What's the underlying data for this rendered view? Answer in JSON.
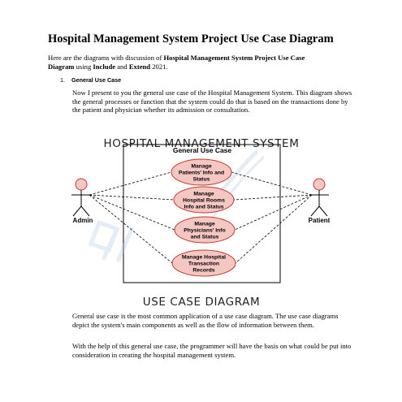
{
  "document": {
    "title": "Hospital Management System Project Use Case Diagram",
    "intro": {
      "prefix": "Here are the diagrams with discussion of ",
      "bold_topic_line1": "Hospital Management System Project Use Case",
      "bold_topic_line2": "Diagram",
      "middle": " using ",
      "include_word": "Include",
      "and_word": " and ",
      "extend_word": "Extend",
      "suffix": " 2021."
    },
    "section": {
      "number": "1.",
      "heading": "General Use Case"
    },
    "paragraph1": "Now I present to you the general use case of the Hospital Management System. This diagram shows the general processes or function that the system could do that is based on the transactions done by the patient and physician whether its admission or consultation.",
    "paragraph2": "General use case is the most common application of a use case diagram. The use case diagrams depict the system's main components as well as the flow of information between them.",
    "paragraph3": "With the help of this general use case, the programmer will have the basis on what could be put into consideration in creating the hospital management system."
  },
  "diagram": {
    "header": "HOSPITAL MANAGEMENT SYSTEM",
    "footer": "USE CASE DIAGRAM",
    "boundary_label": "General Use Case",
    "actors": {
      "left": "Admin",
      "right": "Patient"
    },
    "use_cases": [
      {
        "line1": "Manage",
        "line2": "Patients' Info and",
        "line3": "Status"
      },
      {
        "line1": "Manage",
        "line2": "Hospital Rooms",
        "line3": "Info and Status"
      },
      {
        "line1": "Manage",
        "line2": "Physicians' Info",
        "line3": "and Status"
      },
      {
        "line1": "Manage Hospital",
        "line2": "Transaction",
        "line3": "Records"
      }
    ],
    "colors": {
      "use_case_fill": "#f4c7c3",
      "use_case_stroke": "#c0392b",
      "actor_head_fill": "#f4c7c3",
      "actor_head_stroke": "#c0392b",
      "watermark": "#b9c9e0"
    }
  }
}
